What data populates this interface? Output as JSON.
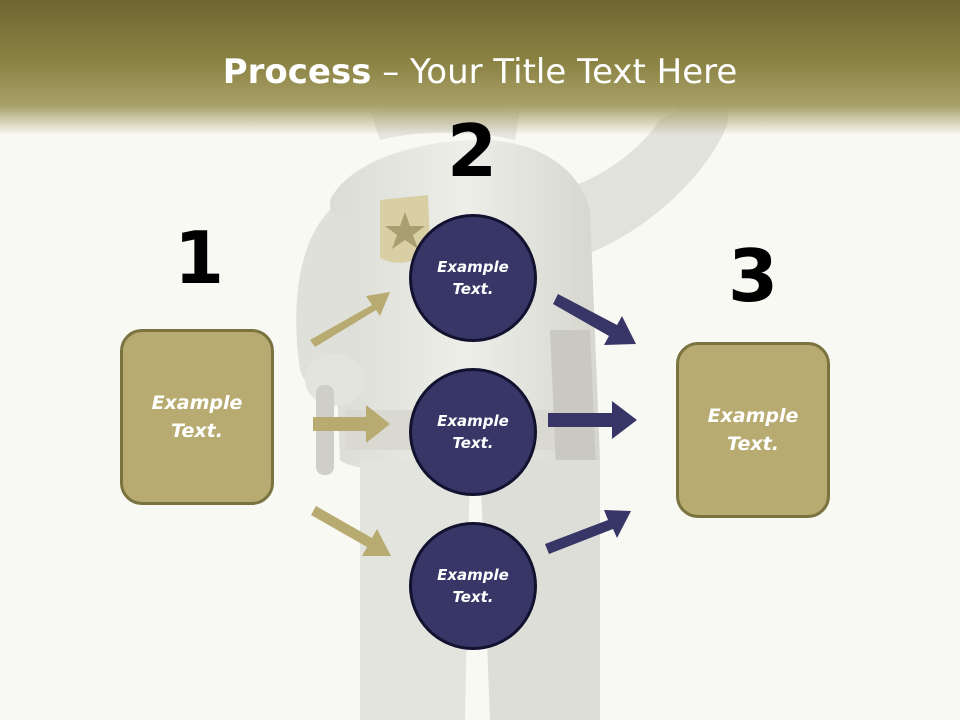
{
  "slide": {
    "title_bold": "Process",
    "title_rest": " – Your Title Text Here"
  },
  "steps": [
    {
      "number": "1",
      "text": "Example Text."
    },
    {
      "number": "2",
      "circles": [
        "Example Text.",
        "Example Text.",
        "Example Text."
      ]
    },
    {
      "number": "3",
      "text": "Example Text."
    }
  ],
  "colors": {
    "header": "#8a8242",
    "box_fill": "#b8ab72",
    "box_border": "#7a7340",
    "circle_fill": "#373666",
    "gold_arrow": "#b8ab72",
    "navy_arrow": "#373666"
  },
  "icons": {
    "background": "police-officer-figure-icon",
    "badge": "sheriff-badge-icon"
  }
}
